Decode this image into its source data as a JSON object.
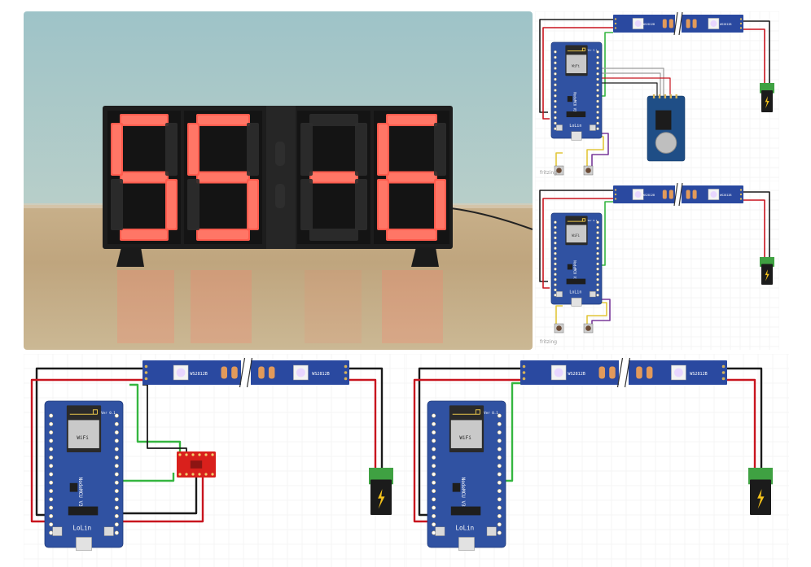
{
  "clock": {
    "digits": [
      "5",
      "5",
      "-",
      "6"
    ]
  },
  "boards": {
    "d1_tag": "LoLin",
    "d2_tag": "LoLin",
    "d3_tag": "LoLin",
    "d4_tag": "LoLin",
    "model": "NodeMCU V3",
    "version": "Ver 0.1",
    "wifi": "WiFi"
  },
  "strip": {
    "chip_label": "WS2812B"
  },
  "credit": {
    "d1": "fritzing",
    "d2": "fritzing"
  },
  "colors": {
    "wire_red": "#c8141e",
    "wire_black": "#1a1a1a",
    "wire_green": "#35b640",
    "wire_yellow": "#e2c63a",
    "wire_purple": "#7a3a9a",
    "wire_gray": "#9a9a9a",
    "board": "#3052a2",
    "strip": "#2a49a0",
    "led_on": "#ff5b4d"
  }
}
